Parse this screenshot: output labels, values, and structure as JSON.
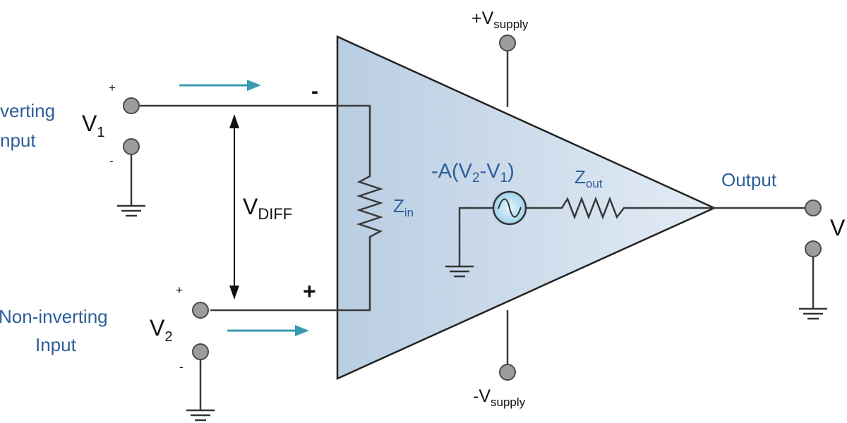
{
  "colors": {
    "triangle_fill": "#C9D9EA",
    "triangle_stroke": "#222222",
    "flow_arrow": "#3A9BB0",
    "label_blue": "#2E5E9A",
    "source_fill": "#BEE3F5"
  },
  "labels": {
    "v_supply_pos": "+V",
    "v_supply_pos_sub": "supply",
    "v_supply_neg": "-V",
    "v_supply_neg_sub": "supply",
    "inverting_line1": "verting",
    "inverting_line2": "nput",
    "non_inverting_line1": "Non-inverting",
    "non_inverting_line2": "Input",
    "output": "Output",
    "v1": "V",
    "v1_sub": "1",
    "v2": "V",
    "v2_sub": "2",
    "vout_partial": "V",
    "vdiff": "V",
    "vdiff_sub": "DIFF",
    "zin": "Z",
    "zin_sub": "in",
    "zout": "Z",
    "zout_sub": "out",
    "gain_prefix": "-A(V",
    "gain_sub2": "2",
    "gain_mid": "-V",
    "gain_sub1": "1",
    "gain_suffix": ")",
    "inv_minus": "-",
    "noninv_plus": "+",
    "v1_term_plus": "+",
    "v1_term_minus": "-",
    "v2_term_plus": "+",
    "v2_term_minus": "-"
  }
}
